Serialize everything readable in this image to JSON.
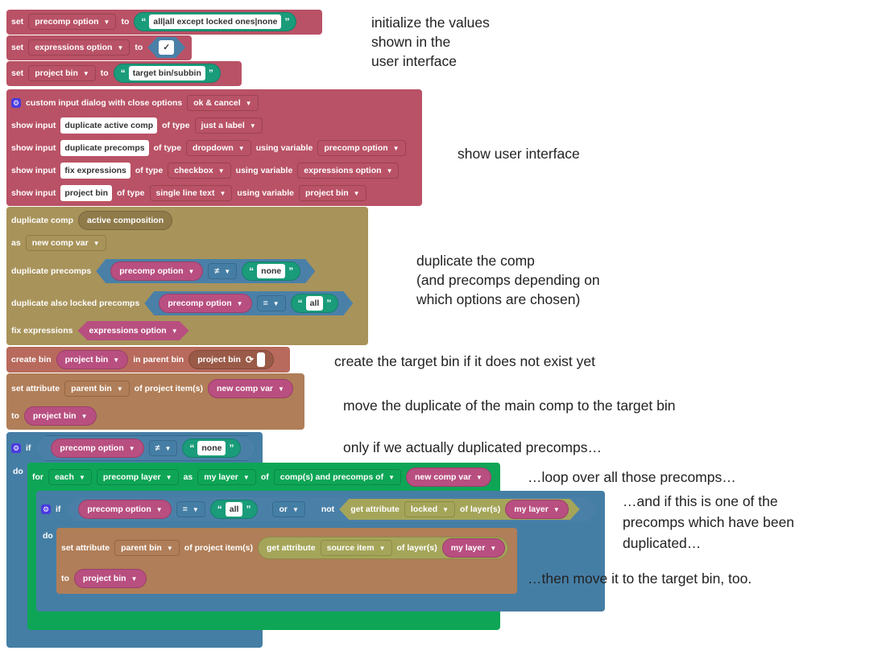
{
  "colors": {
    "variables": "#b95266",
    "dialog": "#b95266",
    "duplicate": "#a8935a",
    "create_bin": "#b86a5c",
    "set_attribute": "#b07e58",
    "logic": "#457ea5",
    "loop": "#0ea656",
    "text": "#1a9c7a",
    "variable_getter": "#b84f80"
  },
  "set_blocks": [
    {
      "keyword": "set",
      "variable": "precomp option",
      "to": "to",
      "value": "all|all except locked ones|none"
    },
    {
      "keyword": "set",
      "variable": "expressions option",
      "to": "to",
      "value": "✓"
    },
    {
      "keyword": "set",
      "variable": "project bin",
      "to": "to",
      "value": "target bin/subbin"
    }
  ],
  "dialog": {
    "title": "custom input dialog with close options",
    "close_options": "ok & cancel",
    "show_input_label": "show input",
    "of_type_label": "of type",
    "using_variable_label": "using variable",
    "inputs": [
      {
        "label": "duplicate active comp",
        "type": "just a label"
      },
      {
        "label": "duplicate precomps",
        "type": "dropdown",
        "variable": "precomp option"
      },
      {
        "label": "fix expressions",
        "type": "checkbox",
        "variable": "expressions option"
      },
      {
        "label": "project bin",
        "type": "single line text",
        "variable": "project bin"
      }
    ]
  },
  "duplicate": {
    "label": "duplicate comp",
    "comp": "active composition",
    "as_label": "as",
    "as_var": "new comp var",
    "dup_precomps_label": "duplicate precomps",
    "dup_precomps_var": "precomp option",
    "dup_precomps_op": "≠",
    "dup_precomps_val": "none",
    "dup_locked_label": "duplicate also locked precomps",
    "dup_locked_var": "precomp option",
    "dup_locked_op": "=",
    "dup_locked_val": "all",
    "fix_expr_label": "fix expressions",
    "fix_expr_var": "expressions option"
  },
  "create_bin": {
    "label": "create bin",
    "var": "project bin",
    "in_parent_label": "in parent bin",
    "parent": "project bin"
  },
  "set_attr_1": {
    "label": "set attribute",
    "attr": "parent bin",
    "of_label": "of project item(s)",
    "item": "new comp var",
    "to_label": "to",
    "to_var": "project bin"
  },
  "if_outer": {
    "if_label": "if",
    "do_label": "do",
    "var": "precomp option",
    "op": "≠",
    "val": "none"
  },
  "for_loop": {
    "for_label": "for",
    "mode": "each",
    "item_type": "precomp layer",
    "as_label": "as",
    "var": "my layer",
    "of_label": "of",
    "source": "comp(s) and precomps of",
    "comp": "new comp var"
  },
  "if_inner": {
    "if_label": "if",
    "do_label": "do",
    "var": "precomp option",
    "op": "=",
    "val": "all",
    "or_label": "or",
    "not_label": "not",
    "get_attr_label": "get attribute",
    "attr": "locked",
    "of_layers_label": "of layer(s)",
    "layer": "my layer"
  },
  "set_attr_2": {
    "label": "set attribute",
    "attr": "parent bin",
    "of_label": "of project item(s)",
    "get_attr_label": "get attribute",
    "get_attr": "source item",
    "of_layers_label": "of layer(s)",
    "layer": "my layer",
    "to_label": "to",
    "to_var": "project bin"
  },
  "comments": {
    "init": "initialize the values\nshown in the\nuser interface",
    "show_ui": "show user interface",
    "duplicate": "duplicate the comp\n(and precomps depending on\nwhich options are chosen)",
    "create_bin": "create the target bin if it does not exist yet",
    "move_main": "move the duplicate of the main comp to the target bin",
    "only_if": "only if we actually duplicated precomps…",
    "loop": "…loop over all those precomps…",
    "and_if": "…and if this is one of the\nprecomps which have been\nduplicated…",
    "then_move": "…then move it to the target bin, too."
  }
}
